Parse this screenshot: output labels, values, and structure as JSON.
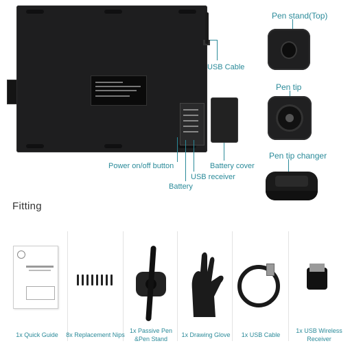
{
  "callouts": {
    "usb_cable": "USB Cable",
    "pen_stand_top": "Pen stand(Top)",
    "pen_tip": "Pen tip",
    "pen_tip_changer": "Pen tip changer",
    "power_button": "Power on/off button",
    "battery_cover": "Battery cover",
    "usb_receiver": "USB receiver",
    "battery": "Battery"
  },
  "section": {
    "title": "Fitting"
  },
  "fitting": [
    {
      "label": "1x Quick Guide"
    },
    {
      "label": "8x Replacement Nips"
    },
    {
      "label": "1x Passive Pen &Pen Stand"
    },
    {
      "label": "1x Drawing Glove"
    },
    {
      "label": "1x USB Cable"
    },
    {
      "label": "1x USB Wireless Receiver"
    }
  ],
  "colors": {
    "accent": "#2a8a99",
    "product": "#1e1e1f"
  },
  "icons": [
    "tablet-back-image",
    "usb-cable-icon",
    "pen-stand-icon",
    "pen-tip-icon",
    "pen-tip-changer-icon",
    "battery-cover-icon",
    "quick-guide-icon",
    "replacement-nibs-icon",
    "pen-icon",
    "drawing-glove-icon",
    "usb-receiver-icon"
  ]
}
